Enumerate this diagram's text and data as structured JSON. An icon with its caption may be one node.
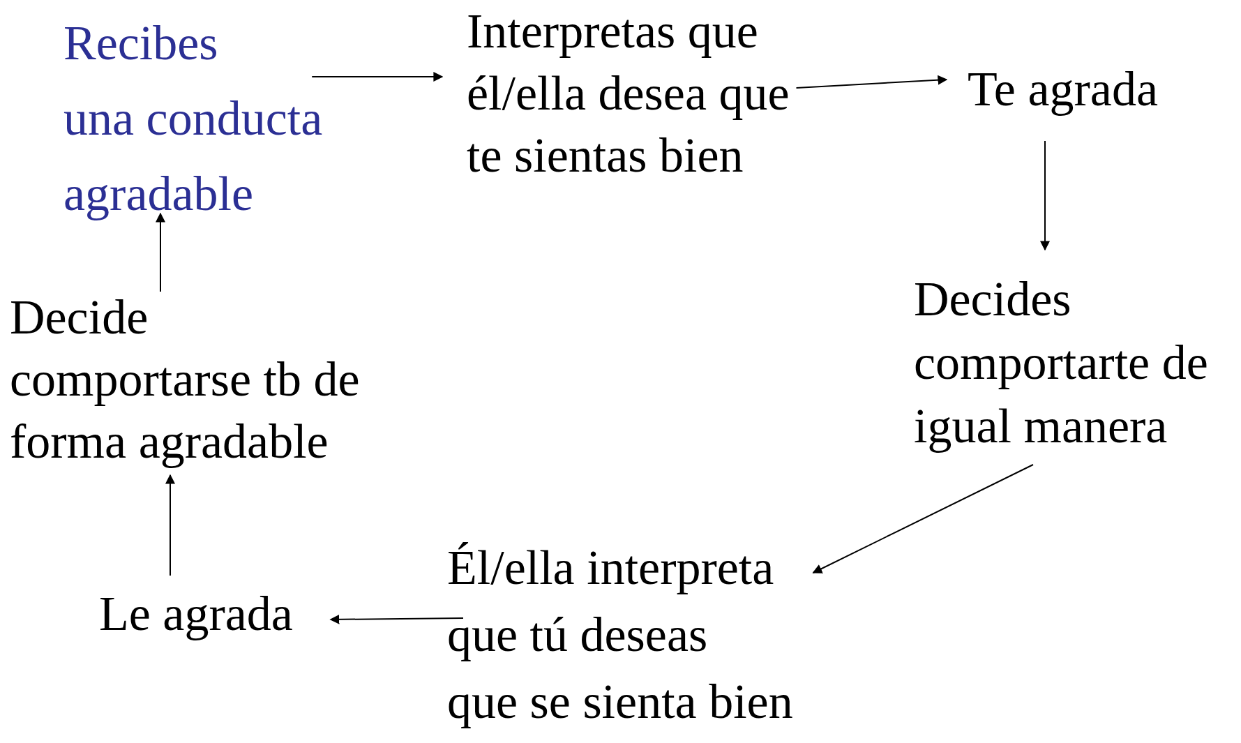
{
  "diagram": {
    "nodes": [
      {
        "text": [
          "Recibes una conducta agradable"
        ]
      },
      {
        "text": [
          "Interpretas que él/ella desea que te sientas bien"
        ]
      },
      {
        "text": [
          "Te agrada"
        ]
      },
      {
        "text": [
          "Decides comportarte de igual manera"
        ]
      },
      {
        "text": [
          "Él/ella interpreta que tú deseas que se sienta bien"
        ]
      },
      {
        "text": [
          "Le agrada"
        ]
      },
      {
        "text": [
          "Decide comportarse tb de forma agradable"
        ]
      }
    ],
    "edges": [
      {
        "from": 0,
        "to": 1,
        "arrow": "to"
      },
      {
        "from": 1,
        "to": 2,
        "arrow": "to"
      },
      {
        "from": 2,
        "to": 3,
        "arrow": "to"
      },
      {
        "from": 3,
        "to": 4,
        "arrow": "to"
      },
      {
        "from": 4,
        "to": 5,
        "arrow": "to"
      },
      {
        "from": 5,
        "to": 6,
        "arrow": "to"
      },
      {
        "from": 6,
        "to": 0,
        "arrow": "to"
      }
    ]
  }
}
